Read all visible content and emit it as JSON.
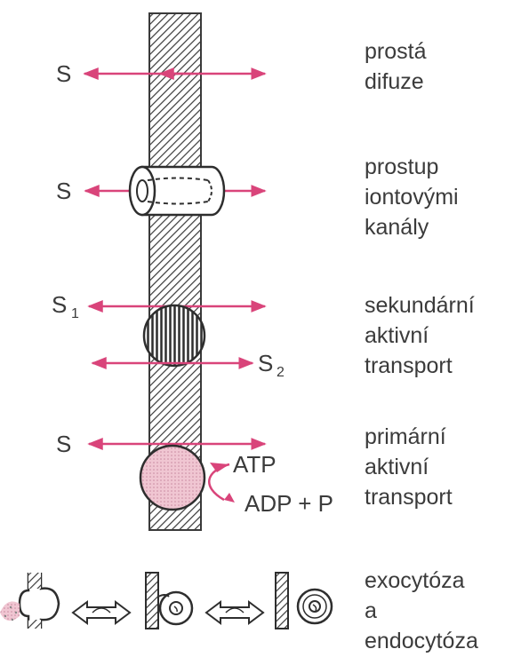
{
  "rows": [
    {
      "id": "simple-diffusion",
      "substrate_labels": [
        "S"
      ],
      "description_lines": [
        "prostá",
        "difuze"
      ]
    },
    {
      "id": "ion-channels",
      "substrate_labels": [
        "S"
      ],
      "description_lines": [
        "prostup",
        "iontovými",
        "kanály"
      ]
    },
    {
      "id": "secondary-active",
      "substrate_labels": [
        "S",
        "1",
        "S",
        "2"
      ],
      "description_lines": [
        "sekundární",
        "aktivní",
        "transport"
      ]
    },
    {
      "id": "primary-active",
      "substrate_labels": [
        "S"
      ],
      "reaction_labels": [
        "ATP",
        "ADP + P"
      ],
      "description_lines": [
        "primární",
        "aktivní",
        "transport"
      ]
    },
    {
      "id": "exo-endocytosis",
      "description_lines": [
        "exocytóza",
        "a",
        "endocytóza"
      ]
    }
  ],
  "colors": {
    "arrow": "#d9447a",
    "membrane": "#3a3a3a",
    "text": "#3b3b3b",
    "pump_fill": "#f0c6d2"
  }
}
